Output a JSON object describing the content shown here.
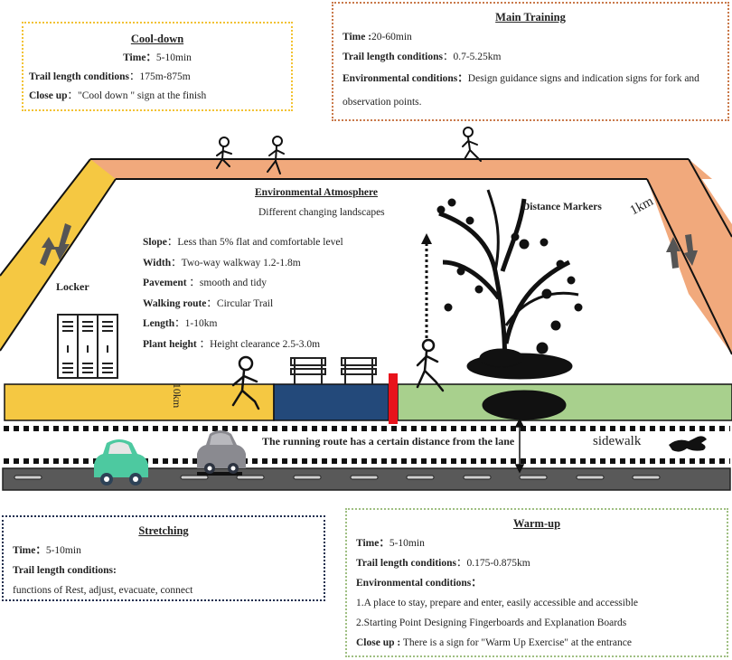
{
  "cooldown": {
    "title": "Cool-down",
    "time_label": "Time：",
    "time_value": "5-10min",
    "trail_label": "Trail length conditions",
    "trail_value": "：175m-875m",
    "closeup_label": "Close up",
    "closeup_value": "：\"Cool down \" sign at the finish"
  },
  "main_training": {
    "title": "Main Training",
    "time_label": "Time :",
    "time_value": "20-60min",
    "trail_label": "Trail length conditions",
    "trail_value": "：0.7-5.25km",
    "env_label": "Environmental conditions：",
    "env_value": "Design guidance signs and indication signs for fork and observation points."
  },
  "environment": {
    "title": "Environmental Atmosphere",
    "subtitle": "Different changing landscapes",
    "items": [
      {
        "label": "Slope",
        "value": "：Less than 5% flat and comfortable level"
      },
      {
        "label": "Width",
        "value": "：Two-way walkway 1.2-1.8m"
      },
      {
        "label": "Pavement",
        "value": " ：smooth and tidy"
      },
      {
        "label": "Walking route",
        "value": "：Circular Trail"
      },
      {
        "label": "Length",
        "value": "：1-10km"
      },
      {
        "label": "Plant height",
        "value": " ：Height clearance 2.5-3.0m"
      }
    ]
  },
  "labels": {
    "locker": "Locker",
    "distance_markers": "Distance Markers",
    "one_km": "1km",
    "ten_km": "10km",
    "lane_note": "The running route has a certain distance from the lane",
    "sidewalk": "sidewalk"
  },
  "stretching": {
    "title": "Stretching",
    "time_label": "Time：",
    "time_value": "5-10min",
    "trail_label": "Trail length conditions:",
    "functions": "functions of Rest, adjust, evacuate, connect"
  },
  "warmup": {
    "title": "Warm-up",
    "time_label": "Time：",
    "time_value": "5-10min",
    "trail_label": "Trail length conditions",
    "trail_value": "：0.175-0.875km",
    "env_label": "Environmental conditions：",
    "env_items": [
      "1.A place to stay, prepare and enter, easily accessible and accessible",
      "2.Starting Point Designing Fingerboards and Explanation Boards"
    ],
    "closeup_label": "Close up :",
    "closeup_value": " There is a sign for \"Warm Up Exercise\" at the entrance"
  },
  "colors": {
    "cooldown_track": "#f5c842",
    "main_track": "#f1a97c",
    "stretch_track": "#23497a",
    "warmup_track": "#a8d08d",
    "finish_marker": "#e8131b",
    "road": "#595959",
    "car_green": "#4dc9a0",
    "car_gray": "#8a8a90"
  }
}
